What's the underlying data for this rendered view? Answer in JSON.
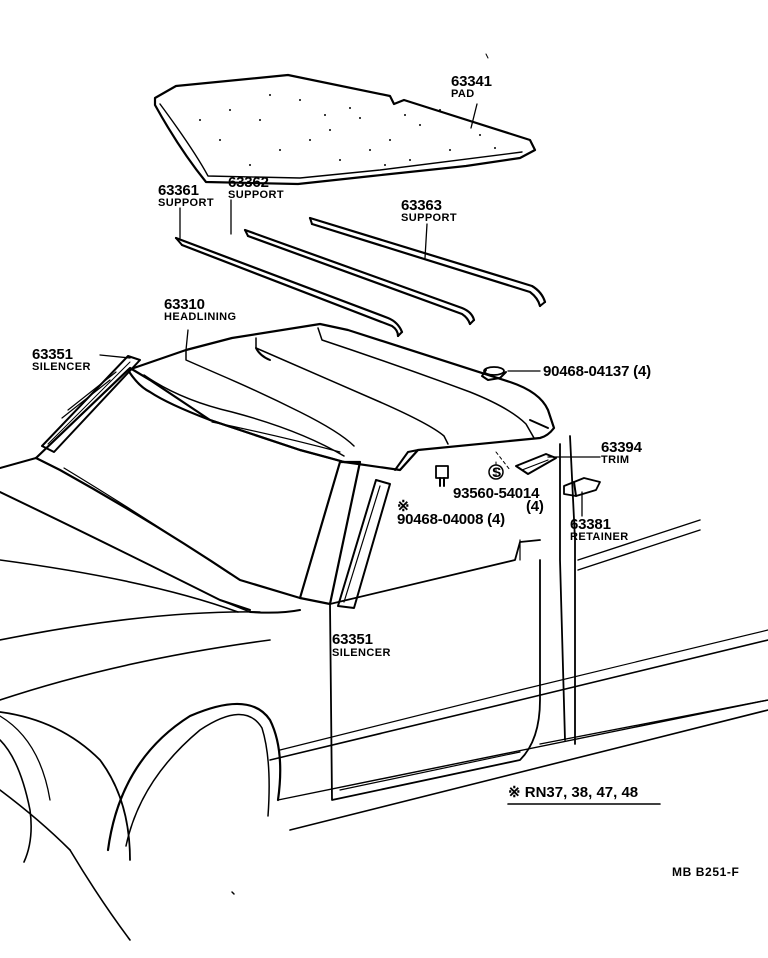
{
  "callouts": {
    "pad": {
      "part": "63341",
      "name": "PAD"
    },
    "support_1": {
      "part": "63361",
      "name": "SUPPORT"
    },
    "support_2": {
      "part": "63362",
      "name": "SUPPORT"
    },
    "support_3": {
      "part": "63363",
      "name": "SUPPORT"
    },
    "headlining": {
      "part": "63310",
      "name": "HEADLINING"
    },
    "silencer_upper": {
      "part": "63351",
      "name": "SILENCER"
    },
    "silencer_lower": {
      "part": "63351",
      "name": "SILENCER"
    },
    "clip_top": {
      "part": "90468-04137 (4)"
    },
    "trim": {
      "part": "63394",
      "name": "TRIM"
    },
    "screw": {
      "part": "93560-54014",
      "qty": "(4)"
    },
    "clip_side": {
      "part": "90468-04008 (4)",
      "mark": "※"
    },
    "retainer": {
      "part": "63381",
      "name": "RETAINER"
    }
  },
  "note": "※ RN37, 38, 47, 48",
  "drawing_code": "MB  B251-F",
  "screw_symbol": "S"
}
